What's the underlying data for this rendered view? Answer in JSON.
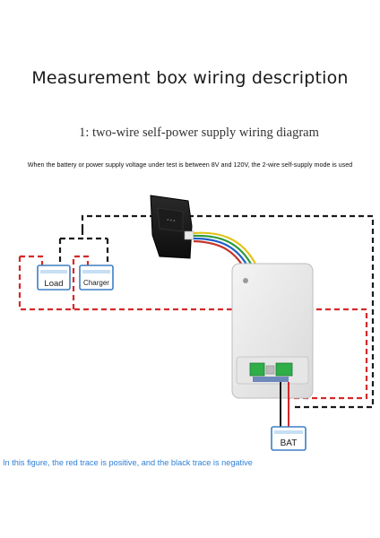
{
  "title": "Measurement box wiring description",
  "subtitle": "1: two-wire self-power supply wiring diagram",
  "note": "When the battery or power supply voltage under test is between 8V and 120V, the 2-wire self-supply mode is used",
  "caption": "In this figure, the red trace is positive, and the black trace is negative",
  "components": {
    "load_label": "Load",
    "charger_label": "Charger",
    "battery_label": "BAT"
  },
  "colors": {
    "positive_trace": "#d42a2a",
    "negative_trace": "#1a1a1a",
    "box_outline": "#3d7fc4",
    "caption_text": "#2f7fd6"
  }
}
